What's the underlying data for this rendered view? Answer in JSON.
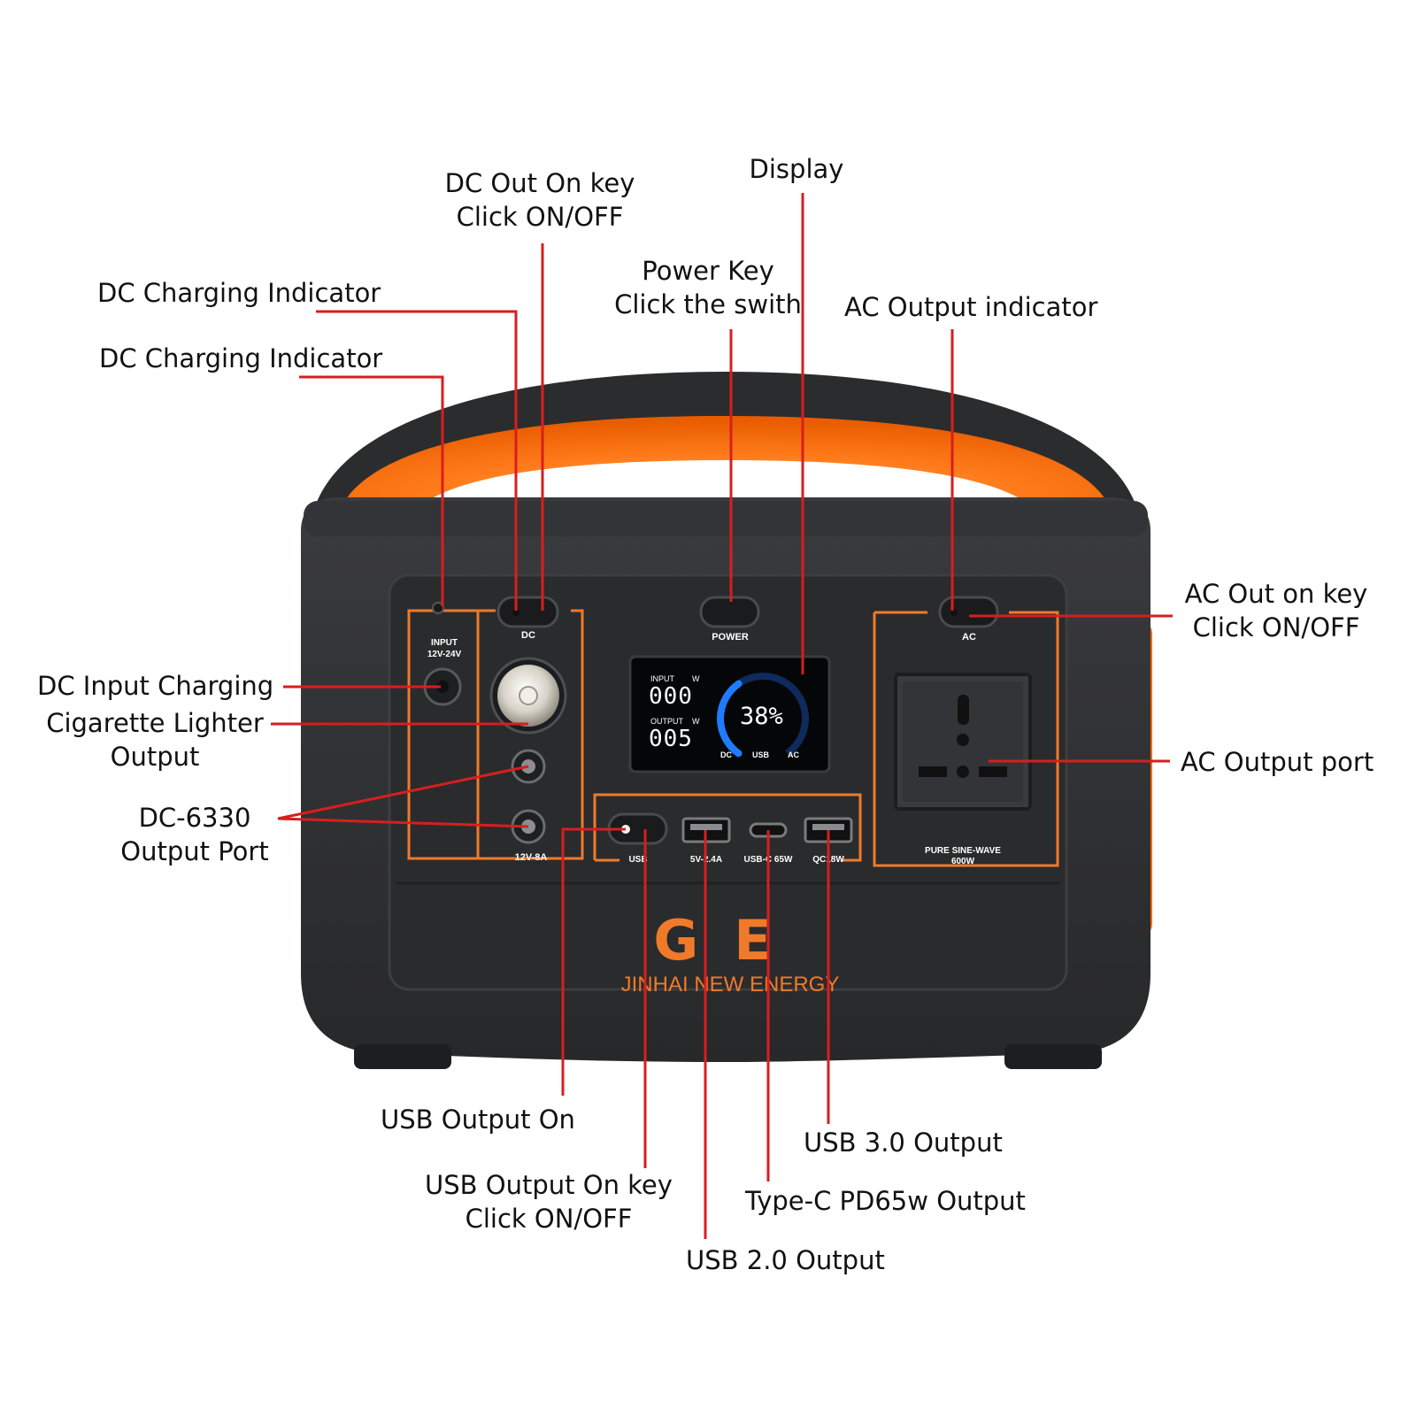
{
  "colors": {
    "leader": "#d81e1e",
    "accent": "#f07020",
    "body": "#2c2d2f",
    "panel": "#262729",
    "screen": "#050608",
    "gauge": "#1f7bff"
  },
  "callouts": {
    "dc_out_key": {
      "line1": "DC Out On key",
      "line2": "Click ON/OFF"
    },
    "display": "Display",
    "dc_charging_indicator_1": "DC Charging Indicator",
    "power_key": {
      "line1": "Power Key",
      "line2": "Click the swith"
    },
    "ac_output_indicator": "AC Output indicator",
    "dc_charging_indicator_2": "DC Charging Indicator",
    "ac_out_key": {
      "line1": "AC Out on key",
      "line2": "Click ON/OFF"
    },
    "dc_input_charging": "DC Input Charging",
    "cigarette_lighter": {
      "line1": "Cigarette Lighter",
      "line2": "Output"
    },
    "ac_output_port": "AC Output port",
    "dc6330": {
      "line1": "DC-6330",
      "line2": "Output Port"
    },
    "usb_output_on": "USB Output On",
    "usb30_output": "USB 3.0 Output",
    "usb_output_on_key": {
      "line1": "USB Output On key",
      "line2": "Click ON/OFF"
    },
    "typec_output": "Type-C PD65w Output",
    "usb20_output": "USB 2.0 Output"
  },
  "device": {
    "input_label": {
      "line1": "INPUT",
      "line2": "12V-24V"
    },
    "dc_label": "DC",
    "power_label": "POWER",
    "ac_label": "AC",
    "dc_output_rating": "12V-8A",
    "usb_labels": [
      "USB",
      "5V-2.4A",
      "USB-C 65W",
      "QC18W"
    ],
    "ac_rating": {
      "line1": "PURE SINE-WAVE",
      "line2": "600W"
    },
    "screen": {
      "input_caption": "INPUT",
      "input_unit": "W",
      "input_value": "000",
      "output_caption": "OUTPUT",
      "output_unit": "W",
      "output_value": "005",
      "battery_percent": "38%",
      "battery_level": 0.38,
      "indicators": [
        "DC",
        "USB",
        "AC"
      ]
    }
  },
  "brand": {
    "logo": "GE",
    "company": "JINHAI NEW ENERGY"
  }
}
